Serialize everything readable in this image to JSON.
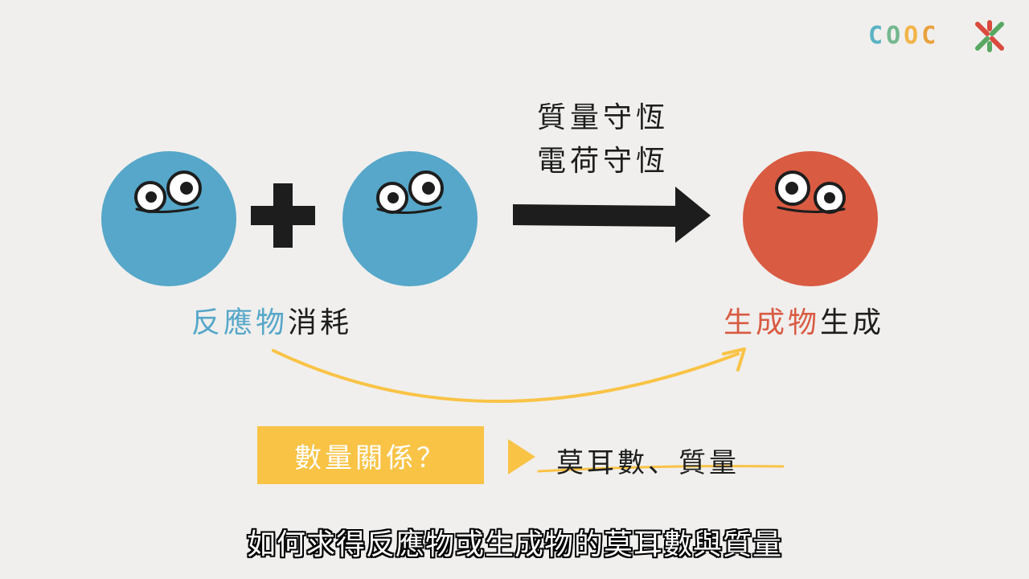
{
  "logo": {
    "letters": [
      "C",
      "O",
      "O",
      "C"
    ],
    "letter_colors": [
      "#5ab3c4",
      "#74b88f",
      "#f2b54a",
      "#e9a23f"
    ],
    "emblem_colors": [
      "#d94a3c",
      "#58a862"
    ]
  },
  "diagram": {
    "laws": [
      "質量守恆",
      "電荷守恆"
    ],
    "reactant_label": {
      "highlight": "反應物",
      "rest": "消耗"
    },
    "product_label": {
      "highlight": "生成物",
      "rest": "生成"
    },
    "question": "數量關係？",
    "answer": "莫耳數、質量",
    "colors": {
      "reactant": "#56a7c9",
      "product": "#d95b42",
      "accent_yellow": "#f9c346",
      "ink": "#1d1d1d"
    }
  },
  "subtitle": "如何求得反應物或生成物的莫耳數與質量"
}
